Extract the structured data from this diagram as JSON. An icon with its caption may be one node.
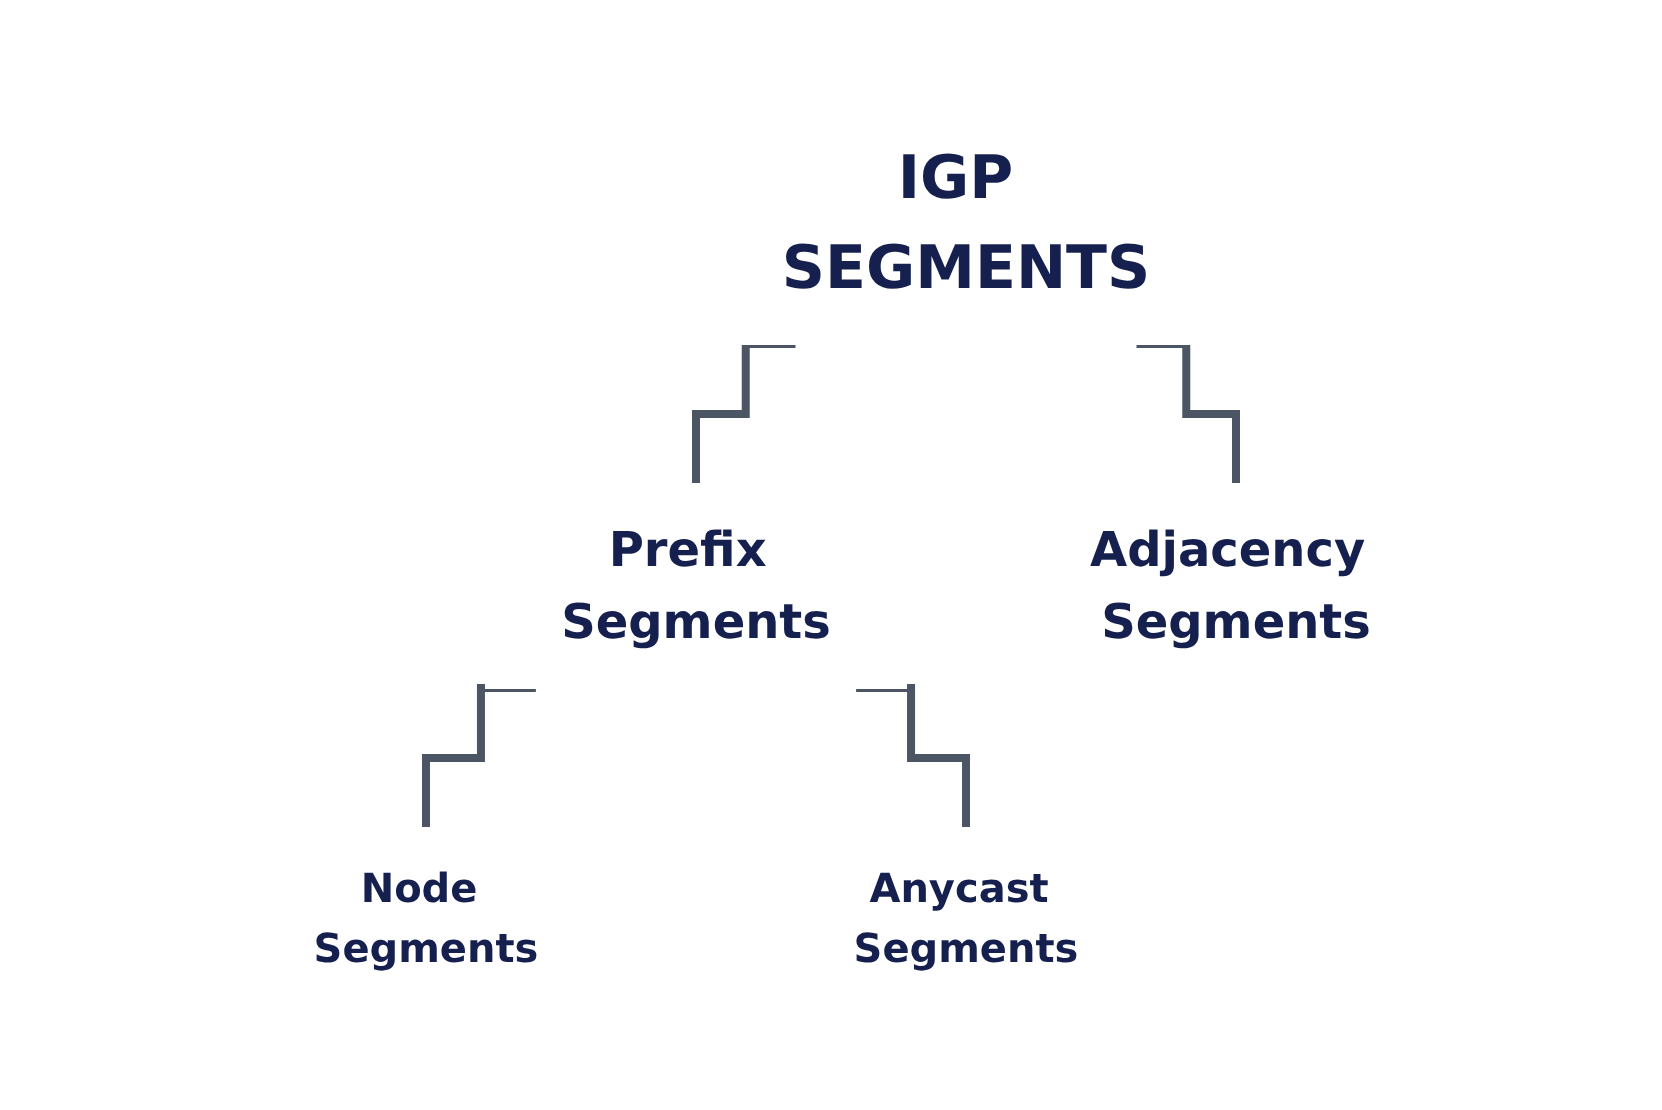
{
  "diagram": {
    "nodes": [
      {
        "text": [
          "IGP SEGMENTS"
        ]
      },
      {
        "text": [
          "Prefix Segments"
        ]
      },
      {
        "text": [
          "Adjacency Segments"
        ]
      },
      {
        "text": [
          "Node Segments"
        ]
      },
      {
        "text": [
          "Anycast Segments"
        ]
      }
    ],
    "edges": [
      {
        "from": 0,
        "to": 1,
        "arrow": "none"
      },
      {
        "from": 0,
        "to": 2,
        "arrow": "none"
      },
      {
        "from": 1,
        "to": 3,
        "arrow": "none"
      },
      {
        "from": 1,
        "to": 4,
        "arrow": "none"
      }
    ]
  }
}
